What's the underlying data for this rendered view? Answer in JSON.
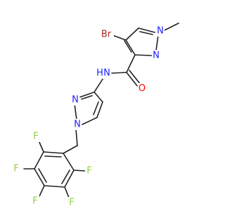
{
  "atoms": {
    "br": {
      "label": "Br",
      "color": "#a52a2a"
    },
    "n_methyl": {
      "label": "N",
      "color": "#2020ff"
    },
    "n_pyrazole1": {
      "label": "N",
      "color": "#2020ff"
    },
    "nh": {
      "label": "N",
      "color": "#2020ff"
    },
    "h": {
      "label": "H",
      "color": "#2020ff"
    },
    "o": {
      "label": "O",
      "color": "#ff0000"
    },
    "n_pyrazole2a": {
      "label": "N",
      "color": "#2020ff"
    },
    "n_pyrazole2b": {
      "label": "N",
      "color": "#2020ff"
    },
    "f1": {
      "label": "F",
      "color": "#90d040"
    },
    "f2": {
      "label": "F",
      "color": "#90d040"
    },
    "f3": {
      "label": "F",
      "color": "#90d040"
    },
    "f4": {
      "label": "F",
      "color": "#90d040"
    },
    "f5": {
      "label": "F",
      "color": "#90d040"
    }
  }
}
